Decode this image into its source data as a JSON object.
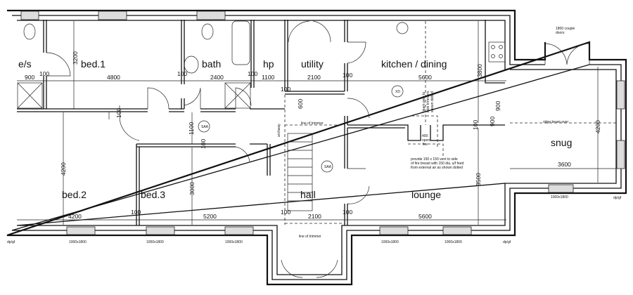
{
  "rooms": {
    "es": "e/s",
    "bed1": "bed.1",
    "bath": "bath",
    "hp": "hp",
    "utility": "utility",
    "kitchen": "kitchen / dining",
    "snug": "snug",
    "bed2": "bed.2",
    "bed3": "bed.3",
    "hall": "hall",
    "lounge": "lounge"
  },
  "dimensions": {
    "es_w": "900",
    "es_wall": "100",
    "bed1_w": "4800",
    "bed1_h": "3200",
    "wall_a": "100",
    "bath_w": "2400",
    "wall_b": "100",
    "hp_w": "1100",
    "wall_c": "100",
    "utility_w": "2100",
    "wall_d": "100",
    "kitchen_w": "5600",
    "kitchen_h": "3800",
    "kitchen_900a": "900",
    "kitchen_900b": "900",
    "lounge_wall": "100",
    "hall_600": "600",
    "corridor_h": "1100",
    "bed2_wall": "100",
    "bed3_wall": "100",
    "bed2_h": "4200",
    "bed3_h": "3000",
    "lounge_h": "3500",
    "snug_h": "4200",
    "snug_w": "3600",
    "bed2_w": "4200",
    "wall_e": "100",
    "bed3_w": "5200",
    "wall_f": "100",
    "hall_w": "2100",
    "wall_g": "100",
    "lounge_w": "5600"
  },
  "windows": [
    "1000x1800",
    "1000x1800",
    "1000x1800",
    "1000x1800",
    "1000x1800",
    "1000x1800"
  ],
  "downpipes": [
    "dp/gf",
    "dp/gf",
    "dp/gf"
  ],
  "notes": {
    "couple_doors_1": "1800 couple",
    "couple_doors_2": "doors",
    "smoke_1": "SAA",
    "smoke_2": "SAA",
    "extractor": "XD",
    "trimmer_top": "line of trimmer",
    "trimmer_bottom": "line of trimmer",
    "archway": "archway",
    "ridge": "ridge beam over",
    "beam_1": "beam over to",
    "beam_2": "take trimmers",
    "beam_3": "shown dotted",
    "fire_1": "400",
    "fire_2": "open",
    "fire_3": "fire",
    "vent_1": "provide 150 x 150 vent to side",
    "vent_2": "of fire breast with 150 dia. u/f feed",
    "vent_3": "from external air as shown dotted"
  }
}
